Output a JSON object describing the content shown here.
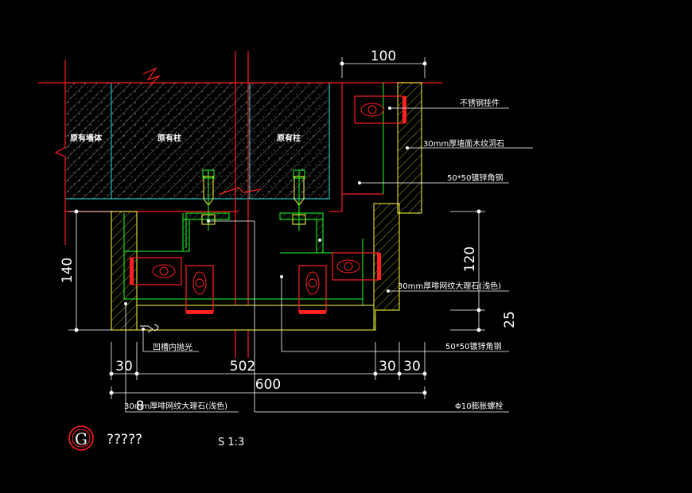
{
  "dimensions": {
    "top": "100",
    "left_vertical": "140",
    "right_upper": "120",
    "right_lower": "25",
    "bottom_left_30": "30",
    "bottom_mid": "502",
    "bottom_right_30a": "30",
    "bottom_right_30b": "30",
    "bottom_total": "600",
    "bottom_small_8": "8"
  },
  "labels": {
    "existing_wall": "原有墙体",
    "existing_column_1": "原有柱",
    "existing_column_2": "原有柱",
    "pendant": "不锈钢挂件",
    "wood_stone": "30mm厚墙面木纹洞石",
    "angle_steel_top": "50*50镀锌角钢",
    "marble_light": "30mm厚啡网纹大理石(浅色)",
    "angle_steel_bottom": "50*50镀锌角钢",
    "groove": "凹槽内抛光",
    "marble_bottom": "30mm厚啡网纹大理石(浅色)",
    "bolt": "Φ10膨胀螺栓"
  },
  "title_block": {
    "symbol": "G",
    "name": "?????",
    "scale": "S 1:3"
  },
  "colors": {
    "red": "#ff2020",
    "green": "#22ff22",
    "yellow": "#ffff40",
    "cyan": "#22e0e0",
    "white": "#ffffff",
    "background": "#000000"
  }
}
